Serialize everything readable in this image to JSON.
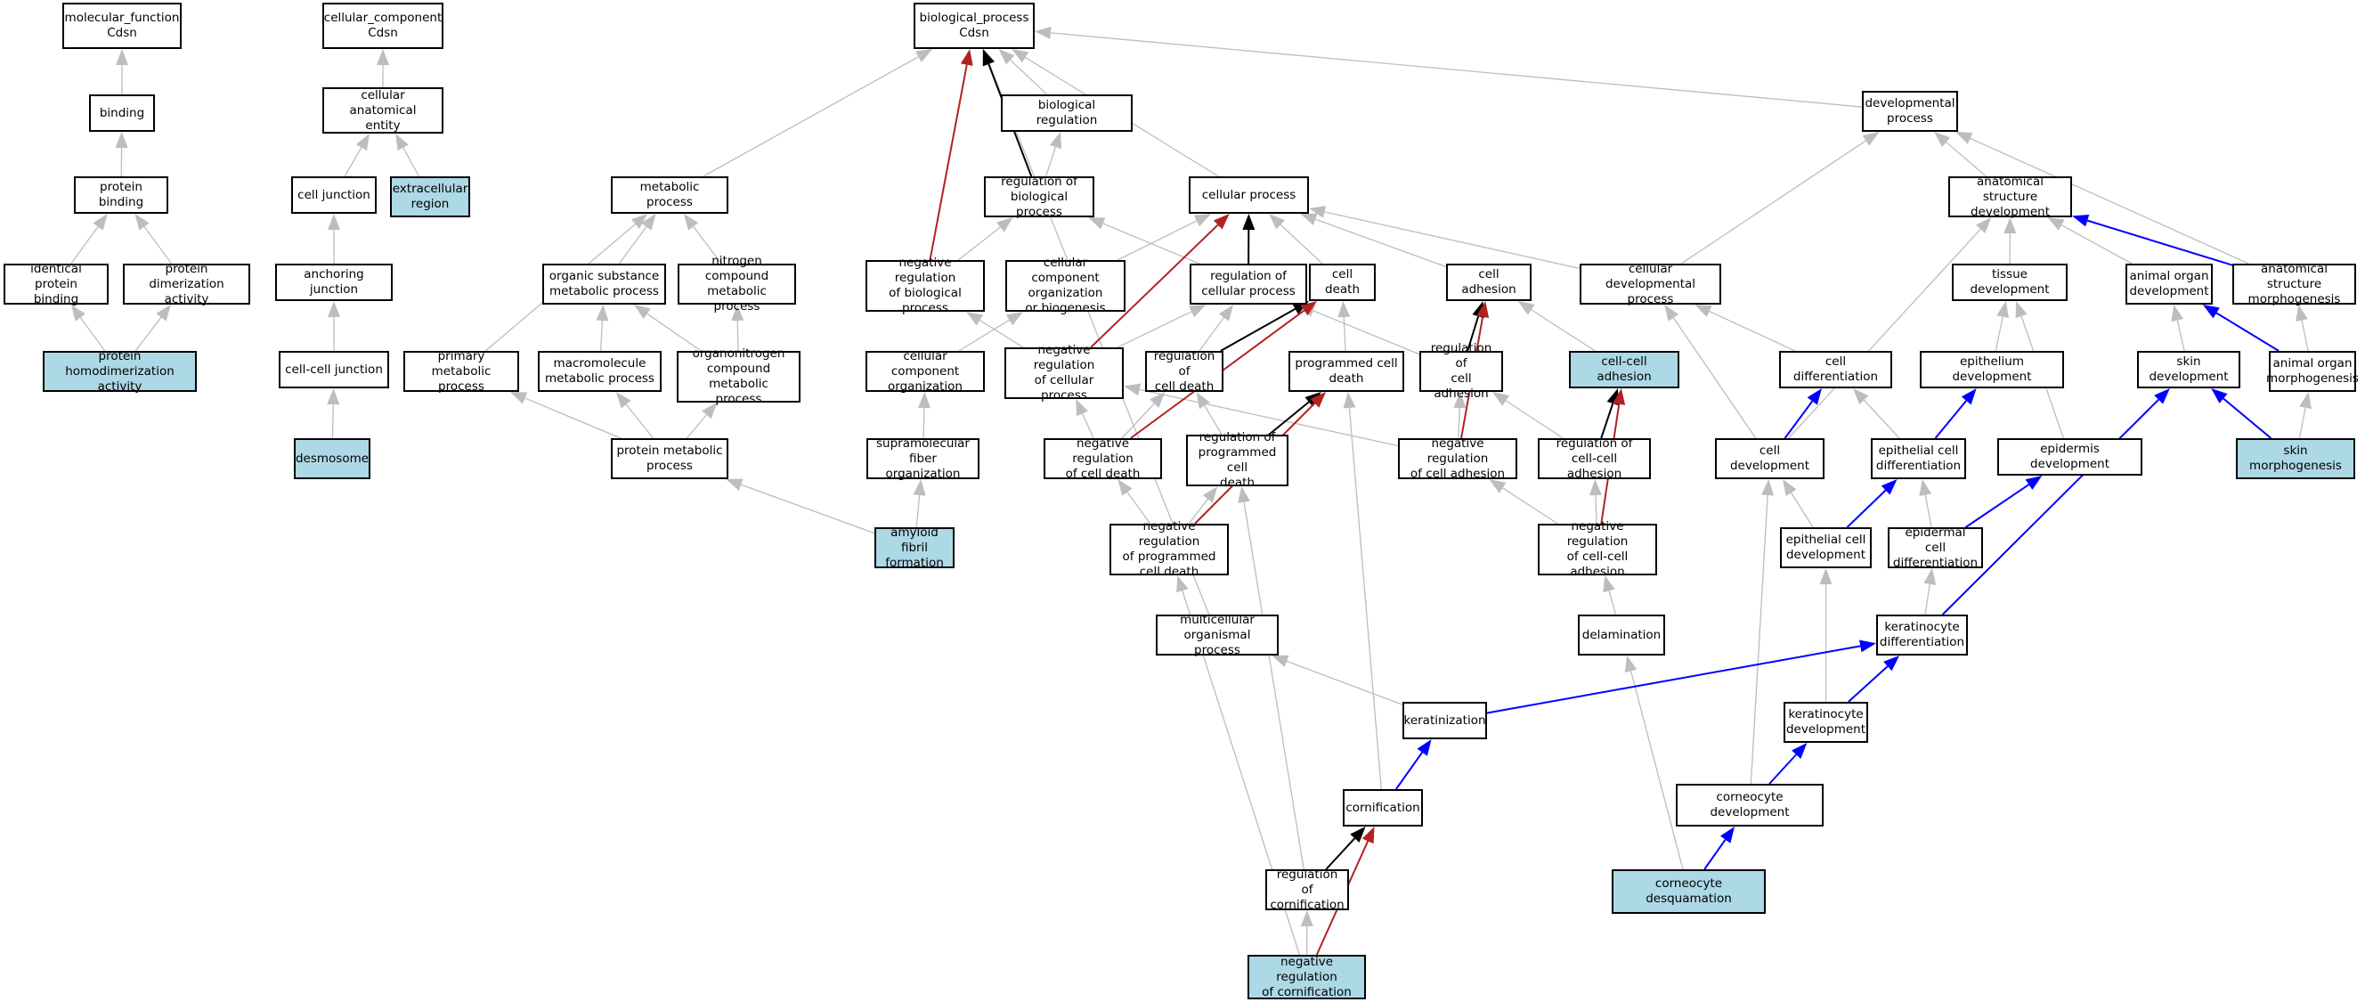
{
  "colors": {
    "highlight": "#add8e6",
    "is_a": "#bdbdbd",
    "part_of": "#000000",
    "negatively_regulates": "#b22222",
    "regulates": "#0000ff"
  },
  "nodes": [
    {
      "id": "mf",
      "label": "molecular_function\nCdsn",
      "hl": false
    },
    {
      "id": "binding",
      "label": "binding",
      "hl": false
    },
    {
      "id": "protein_binding",
      "label": "protein binding",
      "hl": false
    },
    {
      "id": "identical_pb",
      "label": "identical protein\nbinding",
      "hl": false
    },
    {
      "id": "prot_dimer",
      "label": "protein dimerization\nactivity",
      "hl": false
    },
    {
      "id": "prot_homodimer",
      "label": "protein homodimerization\nactivity",
      "hl": true
    },
    {
      "id": "cc",
      "label": "cellular_component\nCdsn",
      "hl": false
    },
    {
      "id": "cae",
      "label": "cellular anatomical\nentity",
      "hl": false
    },
    {
      "id": "cell_junction",
      "label": "cell junction",
      "hl": false
    },
    {
      "id": "extracellular",
      "label": "extracellular\nregion",
      "hl": true
    },
    {
      "id": "anchoring",
      "label": "anchoring junction",
      "hl": false
    },
    {
      "id": "cc_junction",
      "label": "cell-cell junction",
      "hl": false
    },
    {
      "id": "desmosome",
      "label": "desmosome",
      "hl": true
    },
    {
      "id": "metabolic",
      "label": "metabolic process",
      "hl": false
    },
    {
      "id": "org_sub",
      "label": "organic substance\nmetabolic process",
      "hl": false
    },
    {
      "id": "nitrogen",
      "label": "nitrogen compound\nmetabolic process",
      "hl": false
    },
    {
      "id": "primary",
      "label": "primary metabolic\nprocess",
      "hl": false
    },
    {
      "id": "macromol",
      "label": "macromolecule\nmetabolic process",
      "hl": false
    },
    {
      "id": "organonitrogen",
      "label": "organonitrogen\ncompound metabolic\nprocess",
      "hl": false
    },
    {
      "id": "prot_met",
      "label": "protein metabolic\nprocess",
      "hl": false
    },
    {
      "id": "bp",
      "label": "biological_process\nCdsn",
      "hl": false
    },
    {
      "id": "bio_reg",
      "label": "biological regulation",
      "hl": false
    },
    {
      "id": "reg_bp",
      "label": "regulation of\nbiological process",
      "hl": false
    },
    {
      "id": "neg_reg_bp",
      "label": "negative regulation\nof biological\nprocess",
      "hl": false
    },
    {
      "id": "cc_org_bio",
      "label": "cellular component\norganization\nor biogenesis",
      "hl": false
    },
    {
      "id": "cc_org",
      "label": "cellular component\norganization",
      "hl": false
    },
    {
      "id": "supramol",
      "label": "supramolecular\nfiber organization",
      "hl": false
    },
    {
      "id": "amyloid",
      "label": "amyloid fibril\nformation",
      "hl": true
    },
    {
      "id": "cellular_process",
      "label": "cellular process",
      "hl": false
    },
    {
      "id": "reg_cp",
      "label": "regulation of\ncellular process",
      "hl": false
    },
    {
      "id": "neg_reg_cp",
      "label": "negative regulation\nof cellular\nprocess",
      "hl": false
    },
    {
      "id": "cell_death",
      "label": "cell death",
      "hl": false
    },
    {
      "id": "reg_cd",
      "label": "regulation of\ncell death",
      "hl": false
    },
    {
      "id": "pcd",
      "label": "programmed cell\ndeath",
      "hl": false
    },
    {
      "id": "neg_reg_cd",
      "label": "negative regulation\nof cell death",
      "hl": false
    },
    {
      "id": "reg_pcd",
      "label": "regulation of\nprogrammed cell\ndeath",
      "hl": false
    },
    {
      "id": "neg_reg_pcd",
      "label": "negative regulation\nof programmed\ncell death",
      "hl": false
    },
    {
      "id": "cell_adhesion",
      "label": "cell adhesion",
      "hl": false
    },
    {
      "id": "reg_ca",
      "label": "regulation of\ncell adhesion",
      "hl": false
    },
    {
      "id": "cc_adhesion",
      "label": "cell-cell adhesion",
      "hl": true
    },
    {
      "id": "neg_reg_ca",
      "label": "negative regulation\nof cell adhesion",
      "hl": false
    },
    {
      "id": "reg_cca",
      "label": "regulation of\ncell-cell adhesion",
      "hl": false
    },
    {
      "id": "neg_reg_cca",
      "label": "negative regulation\nof cell-cell\nadhesion",
      "hl": false
    },
    {
      "id": "delamination",
      "label": "delamination",
      "hl": false
    },
    {
      "id": "multicell",
      "label": "multicellular\norganismal process",
      "hl": false
    },
    {
      "id": "keratinization",
      "label": "keratinization",
      "hl": false
    },
    {
      "id": "cornification",
      "label": "cornification",
      "hl": false
    },
    {
      "id": "reg_corn",
      "label": "regulation of\ncornification",
      "hl": false
    },
    {
      "id": "neg_reg_corn",
      "label": "negative regulation\nof cornification",
      "hl": true
    },
    {
      "id": "dev_proc",
      "label": "developmental\nprocess",
      "hl": false
    },
    {
      "id": "cell_dev_proc",
      "label": "cellular developmental\nprocess",
      "hl": false
    },
    {
      "id": "asd",
      "label": "anatomical structure\ndevelopment",
      "hl": false
    },
    {
      "id": "tissue_dev",
      "label": "tissue development",
      "hl": false
    },
    {
      "id": "animal_organ_dev",
      "label": "animal organ\ndevelopment",
      "hl": false
    },
    {
      "id": "asm",
      "label": "anatomical structure\nmorphogenesis",
      "hl": false
    },
    {
      "id": "cell_diff",
      "label": "cell differentiation",
      "hl": false
    },
    {
      "id": "epith_dev",
      "label": "epithelium development",
      "hl": false
    },
    {
      "id": "skin_dev",
      "label": "skin development",
      "hl": false
    },
    {
      "id": "animal_organ_morph",
      "label": "animal organ\nmorphogenesis",
      "hl": false
    },
    {
      "id": "cell_development",
      "label": "cell development",
      "hl": false
    },
    {
      "id": "epith_cell_diff",
      "label": "epithelial cell\ndifferentiation",
      "hl": false
    },
    {
      "id": "epidermis_dev",
      "label": "epidermis development",
      "hl": false
    },
    {
      "id": "skin_morph",
      "label": "skin morphogenesis",
      "hl": true
    },
    {
      "id": "epith_cell_dev",
      "label": "epithelial cell\ndevelopment",
      "hl": false
    },
    {
      "id": "epiderm_cell_diff",
      "label": "epidermal cell\ndifferentiation",
      "hl": false
    },
    {
      "id": "kerat_diff",
      "label": "keratinocyte\ndifferentiation",
      "hl": false
    },
    {
      "id": "kerat_dev",
      "label": "keratinocyte\ndevelopment",
      "hl": false
    },
    {
      "id": "corneo_dev",
      "label": "corneocyte development",
      "hl": false
    },
    {
      "id": "corneo_desq",
      "label": "corneocyte desquamation",
      "hl": true
    }
  ],
  "edges": [
    {
      "from": "binding",
      "to": "mf",
      "type": "is_a"
    },
    {
      "from": "protein_binding",
      "to": "binding",
      "type": "is_a"
    },
    {
      "from": "identical_pb",
      "to": "protein_binding",
      "type": "is_a"
    },
    {
      "from": "prot_dimer",
      "to": "protein_binding",
      "type": "is_a"
    },
    {
      "from": "prot_homodimer",
      "to": "identical_pb",
      "type": "is_a"
    },
    {
      "from": "prot_homodimer",
      "to": "prot_dimer",
      "type": "is_a"
    },
    {
      "from": "cae",
      "to": "cc",
      "type": "is_a"
    },
    {
      "from": "cell_junction",
      "to": "cae",
      "type": "is_a"
    },
    {
      "from": "extracellular",
      "to": "cae",
      "type": "is_a"
    },
    {
      "from": "anchoring",
      "to": "cell_junction",
      "type": "is_a"
    },
    {
      "from": "cc_junction",
      "to": "anchoring",
      "type": "is_a"
    },
    {
      "from": "desmosome",
      "to": "cc_junction",
      "type": "is_a"
    },
    {
      "from": "metabolic",
      "to": "bp",
      "type": "is_a"
    },
    {
      "from": "org_sub",
      "to": "metabolic",
      "type": "is_a"
    },
    {
      "from": "nitrogen",
      "to": "metabolic",
      "type": "is_a"
    },
    {
      "from": "primary",
      "to": "metabolic",
      "type": "is_a"
    },
    {
      "from": "macromol",
      "to": "org_sub",
      "type": "is_a"
    },
    {
      "from": "organonitrogen",
      "to": "org_sub",
      "type": "is_a"
    },
    {
      "from": "organonitrogen",
      "to": "nitrogen",
      "type": "is_a"
    },
    {
      "from": "prot_met",
      "to": "primary",
      "type": "is_a"
    },
    {
      "from": "prot_met",
      "to": "macromol",
      "type": "is_a"
    },
    {
      "from": "prot_met",
      "to": "organonitrogen",
      "type": "is_a"
    },
    {
      "from": "amyloid",
      "to": "prot_met",
      "type": "is_a"
    },
    {
      "from": "amyloid",
      "to": "supramol",
      "type": "is_a"
    },
    {
      "from": "supramol",
      "to": "cc_org",
      "type": "is_a"
    },
    {
      "from": "cc_org",
      "to": "cc_org_bio",
      "type": "is_a"
    },
    {
      "from": "cc_org_bio",
      "to": "cellular_process",
      "type": "is_a"
    },
    {
      "from": "bio_reg",
      "to": "bp",
      "type": "is_a"
    },
    {
      "from": "reg_bp",
      "to": "bio_reg",
      "type": "is_a"
    },
    {
      "from": "reg_bp",
      "to": "bp",
      "type": "part_of"
    },
    {
      "from": "neg_reg_bp",
      "to": "reg_bp",
      "type": "is_a"
    },
    {
      "from": "neg_reg_bp",
      "to": "bp",
      "type": "negatively_regulates"
    },
    {
      "from": "cellular_process",
      "to": "bp",
      "type": "is_a"
    },
    {
      "from": "reg_cp",
      "to": "reg_bp",
      "type": "is_a"
    },
    {
      "from": "reg_cp",
      "to": "cellular_process",
      "type": "part_of"
    },
    {
      "from": "neg_reg_cp",
      "to": "neg_reg_bp",
      "type": "is_a"
    },
    {
      "from": "neg_reg_cp",
      "to": "reg_cp",
      "type": "is_a"
    },
    {
      "from": "neg_reg_cp",
      "to": "cellular_process",
      "type": "negatively_regulates"
    },
    {
      "from": "cell_death",
      "to": "cellular_process",
      "type": "is_a"
    },
    {
      "from": "reg_cd",
      "to": "reg_cp",
      "type": "is_a"
    },
    {
      "from": "reg_cd",
      "to": "cell_death",
      "type": "part_of"
    },
    {
      "from": "pcd",
      "to": "cell_death",
      "type": "is_a"
    },
    {
      "from": "neg_reg_cd",
      "to": "neg_reg_cp",
      "type": "is_a"
    },
    {
      "from": "neg_reg_cd",
      "to": "reg_cd",
      "type": "is_a"
    },
    {
      "from": "neg_reg_cd",
      "to": "cell_death",
      "type": "negatively_regulates"
    },
    {
      "from": "reg_pcd",
      "to": "reg_cd",
      "type": "is_a"
    },
    {
      "from": "reg_pcd",
      "to": "pcd",
      "type": "part_of"
    },
    {
      "from": "neg_reg_pcd",
      "to": "neg_reg_cd",
      "type": "is_a"
    },
    {
      "from": "neg_reg_pcd",
      "to": "reg_pcd",
      "type": "is_a"
    },
    {
      "from": "neg_reg_pcd",
      "to": "pcd",
      "type": "negatively_regulates"
    },
    {
      "from": "cell_adhesion",
      "to": "cellular_process",
      "type": "is_a"
    },
    {
      "from": "reg_ca",
      "to": "reg_cp",
      "type": "is_a"
    },
    {
      "from": "reg_ca",
      "to": "cell_adhesion",
      "type": "part_of"
    },
    {
      "from": "cc_adhesion",
      "to": "cell_adhesion",
      "type": "is_a"
    },
    {
      "from": "neg_reg_ca",
      "to": "neg_reg_cp",
      "type": "is_a"
    },
    {
      "from": "neg_reg_ca",
      "to": "reg_ca",
      "type": "is_a"
    },
    {
      "from": "neg_reg_ca",
      "to": "cell_adhesion",
      "type": "negatively_regulates"
    },
    {
      "from": "reg_cca",
      "to": "reg_ca",
      "type": "is_a"
    },
    {
      "from": "reg_cca",
      "to": "cc_adhesion",
      "type": "part_of"
    },
    {
      "from": "neg_reg_cca",
      "to": "neg_reg_ca",
      "type": "is_a"
    },
    {
      "from": "neg_reg_cca",
      "to": "reg_cca",
      "type": "is_a"
    },
    {
      "from": "neg_reg_cca",
      "to": "cc_adhesion",
      "type": "negatively_regulates"
    },
    {
      "from": "delamination",
      "to": "neg_reg_cca",
      "type": "is_a"
    },
    {
      "from": "corneo_desq",
      "to": "delamination",
      "type": "is_a"
    },
    {
      "from": "corneo_desq",
      "to": "corneo_dev",
      "type": "regulates"
    },
    {
      "from": "multicell",
      "to": "bp",
      "type": "is_a"
    },
    {
      "from": "keratinization",
      "to": "multicell",
      "type": "is_a"
    },
    {
      "from": "keratinization",
      "to": "kerat_diff",
      "type": "regulates"
    },
    {
      "from": "cornification",
      "to": "keratinization",
      "type": "regulates"
    },
    {
      "from": "cornification",
      "to": "pcd",
      "type": "is_a"
    },
    {
      "from": "reg_corn",
      "to": "cornification",
      "type": "part_of"
    },
    {
      "from": "reg_corn",
      "to": "reg_pcd",
      "type": "is_a"
    },
    {
      "from": "neg_reg_corn",
      "to": "reg_corn",
      "type": "is_a"
    },
    {
      "from": "neg_reg_corn",
      "to": "cornification",
      "type": "negatively_regulates"
    },
    {
      "from": "neg_reg_corn",
      "to": "neg_reg_pcd",
      "type": "is_a"
    },
    {
      "from": "dev_proc",
      "to": "bp",
      "type": "is_a"
    },
    {
      "from": "cell_dev_proc",
      "to": "cellular_process",
      "type": "is_a"
    },
    {
      "from": "cell_dev_proc",
      "to": "dev_proc",
      "type": "is_a"
    },
    {
      "from": "asd",
      "to": "dev_proc",
      "type": "is_a"
    },
    {
      "from": "asm",
      "to": "dev_proc",
      "type": "is_a"
    },
    {
      "from": "asm",
      "to": "asd",
      "type": "regulates"
    },
    {
      "from": "tissue_dev",
      "to": "asd",
      "type": "is_a"
    },
    {
      "from": "animal_organ_dev",
      "to": "asd",
      "type": "is_a"
    },
    {
      "from": "cell_diff",
      "to": "cell_dev_proc",
      "type": "is_a"
    },
    {
      "from": "cell_development",
      "to": "cell_dev_proc",
      "type": "is_a"
    },
    {
      "from": "cell_development",
      "to": "asd",
      "type": "is_a"
    },
    {
      "from": "cell_development",
      "to": "cell_diff",
      "type": "regulates"
    },
    {
      "from": "epith_dev",
      "to": "tissue_dev",
      "type": "is_a"
    },
    {
      "from": "epith_cell_diff",
      "to": "cell_diff",
      "type": "is_a"
    },
    {
      "from": "epith_cell_diff",
      "to": "epith_dev",
      "type": "regulates"
    },
    {
      "from": "epidermis_dev",
      "to": "tissue_dev",
      "type": "is_a"
    },
    {
      "from": "skin_dev",
      "to": "animal_organ_dev",
      "type": "is_a"
    },
    {
      "from": "animal_organ_morph",
      "to": "asm",
      "type": "is_a"
    },
    {
      "from": "animal_organ_morph",
      "to": "animal_organ_dev",
      "type": "regulates"
    },
    {
      "from": "skin_morph",
      "to": "animal_organ_morph",
      "type": "is_a"
    },
    {
      "from": "skin_morph",
      "to": "skin_dev",
      "type": "regulates"
    },
    {
      "from": "epith_cell_dev",
      "to": "cell_development",
      "type": "is_a"
    },
    {
      "from": "epith_cell_dev",
      "to": "epith_cell_diff",
      "type": "regulates"
    },
    {
      "from": "epiderm_cell_diff",
      "to": "epith_cell_diff",
      "type": "is_a"
    },
    {
      "from": "epiderm_cell_diff",
      "to": "epidermis_dev",
      "type": "regulates"
    },
    {
      "from": "kerat_diff",
      "to": "epiderm_cell_diff",
      "type": "is_a"
    },
    {
      "from": "kerat_diff",
      "to": "skin_dev",
      "type": "regulates"
    },
    {
      "from": "kerat_dev",
      "to": "epith_cell_dev",
      "type": "is_a"
    },
    {
      "from": "kerat_dev",
      "to": "kerat_diff",
      "type": "regulates"
    },
    {
      "from": "corneo_dev",
      "to": "cell_development",
      "type": "is_a"
    },
    {
      "from": "corneo_dev",
      "to": "kerat_dev",
      "type": "regulates"
    }
  ]
}
